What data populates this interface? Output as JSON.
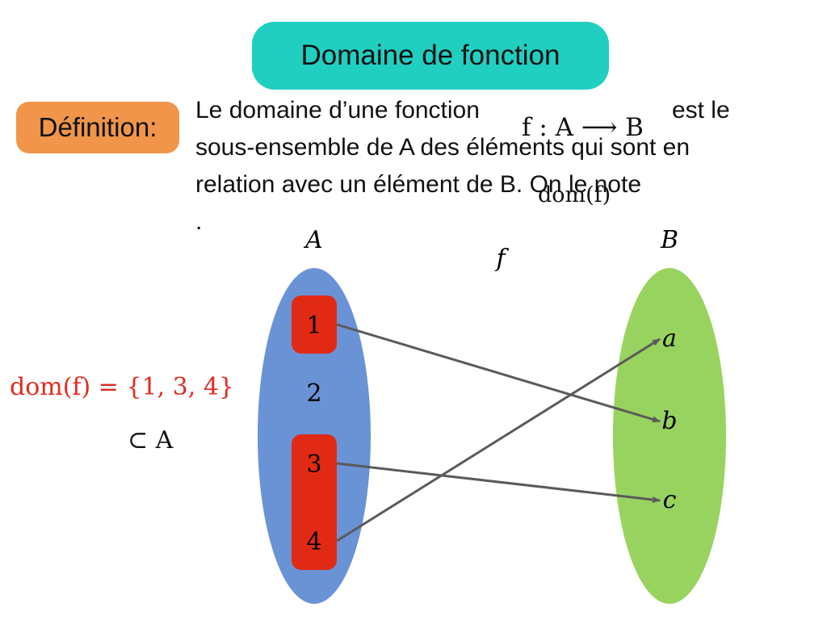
{
  "colors": {
    "title_bg": "#20CFC0",
    "definition_bg": "#F0954A",
    "set_a": "#6A93D6",
    "set_b": "#98D35F",
    "domain_highlight": "#E12A14",
    "domain_text": "#E02B1E",
    "arrow": "#5A5A5A"
  },
  "title": "Domaine de fonction",
  "definition": {
    "label": "Définition:",
    "line1_a": "Le domaine d’une fonction",
    "line1_b": "est le",
    "line2": "sous-ensemble de A des éléments qui sont en",
    "line3": "relation avec un élément de B. On le note",
    "line4": "."
  },
  "math": {
    "function_notation": "f : A ⟶ B",
    "dom_notation": "dom(f)",
    "domain_equation": "dom(f) = {1, 3, 4}",
    "subset_of": "⊂ A"
  },
  "diagram": {
    "set_a_label": "A",
    "set_b_label": "B",
    "function_label": "f",
    "set_a_elements": [
      {
        "id": "1",
        "in_domain": true
      },
      {
        "id": "2",
        "in_domain": false
      },
      {
        "id": "3",
        "in_domain": true
      },
      {
        "id": "4",
        "in_domain": true
      }
    ],
    "set_b_elements": [
      "a",
      "b",
      "c"
    ],
    "mappings": [
      {
        "from": "1",
        "to": "b"
      },
      {
        "from": "3",
        "to": "c"
      },
      {
        "from": "4",
        "to": "a"
      }
    ]
  }
}
